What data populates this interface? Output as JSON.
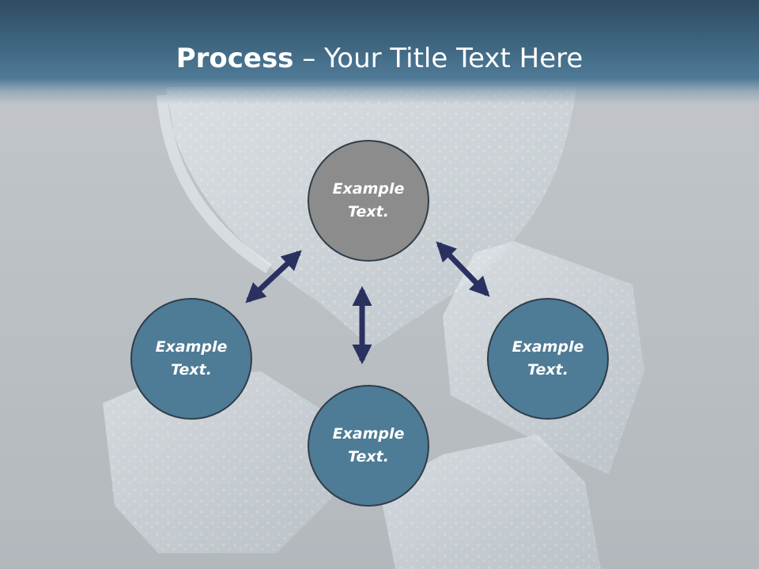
{
  "title": {
    "bold": "Process",
    "rest": " – Your Title Text Here"
  },
  "nodes": {
    "top": "Example Text.",
    "left": "Example Text.",
    "bottom": "Example Text.",
    "right": "Example Text."
  },
  "colors": {
    "header": "#3f6782",
    "node_blue": "#4e7b96",
    "node_gray": "#8c8c8c",
    "arrow": "#2a3160"
  }
}
